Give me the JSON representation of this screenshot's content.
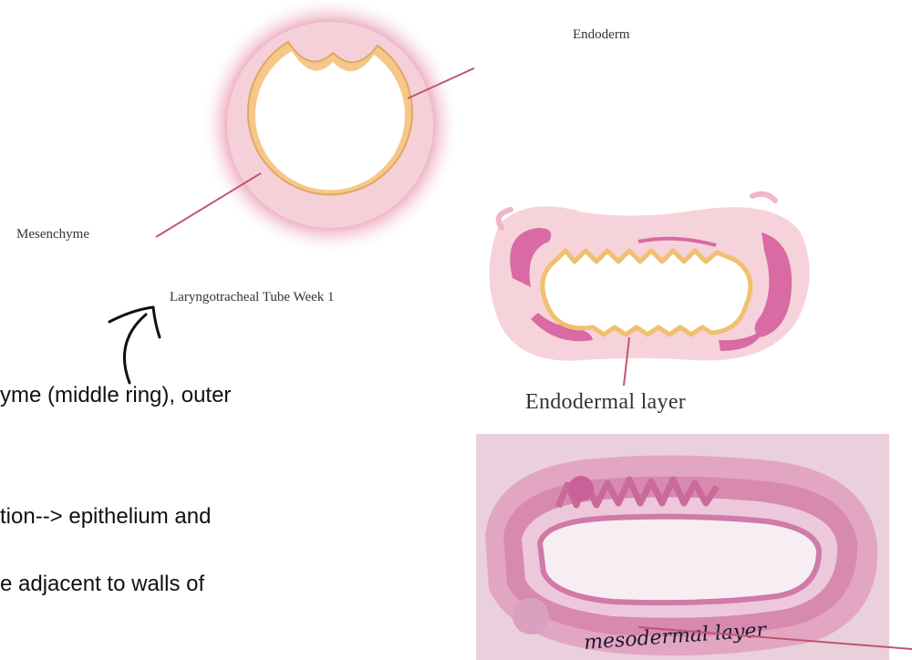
{
  "labels": {
    "endoderm": "Endoderm",
    "mesenchyme": "Mesenchyme",
    "laryngotracheal": "Laryngotracheal Tube Week 1",
    "endodermal_layer": "Endodermal layer",
    "handwritten_note": "mesodermal layer"
  },
  "text_lines": [
    "yme (middle ring), outer",
    "tion--> epithelium and",
    "e adjacent to walls of"
  ],
  "colors": {
    "mesenchyme_pink": "#f2c4cf",
    "endoderm_yellow": "#f3c97a",
    "cartilage_magenta": "#d96aa3",
    "pointer_line": "#c0566e",
    "histology_bg": "#e7b6cc"
  }
}
